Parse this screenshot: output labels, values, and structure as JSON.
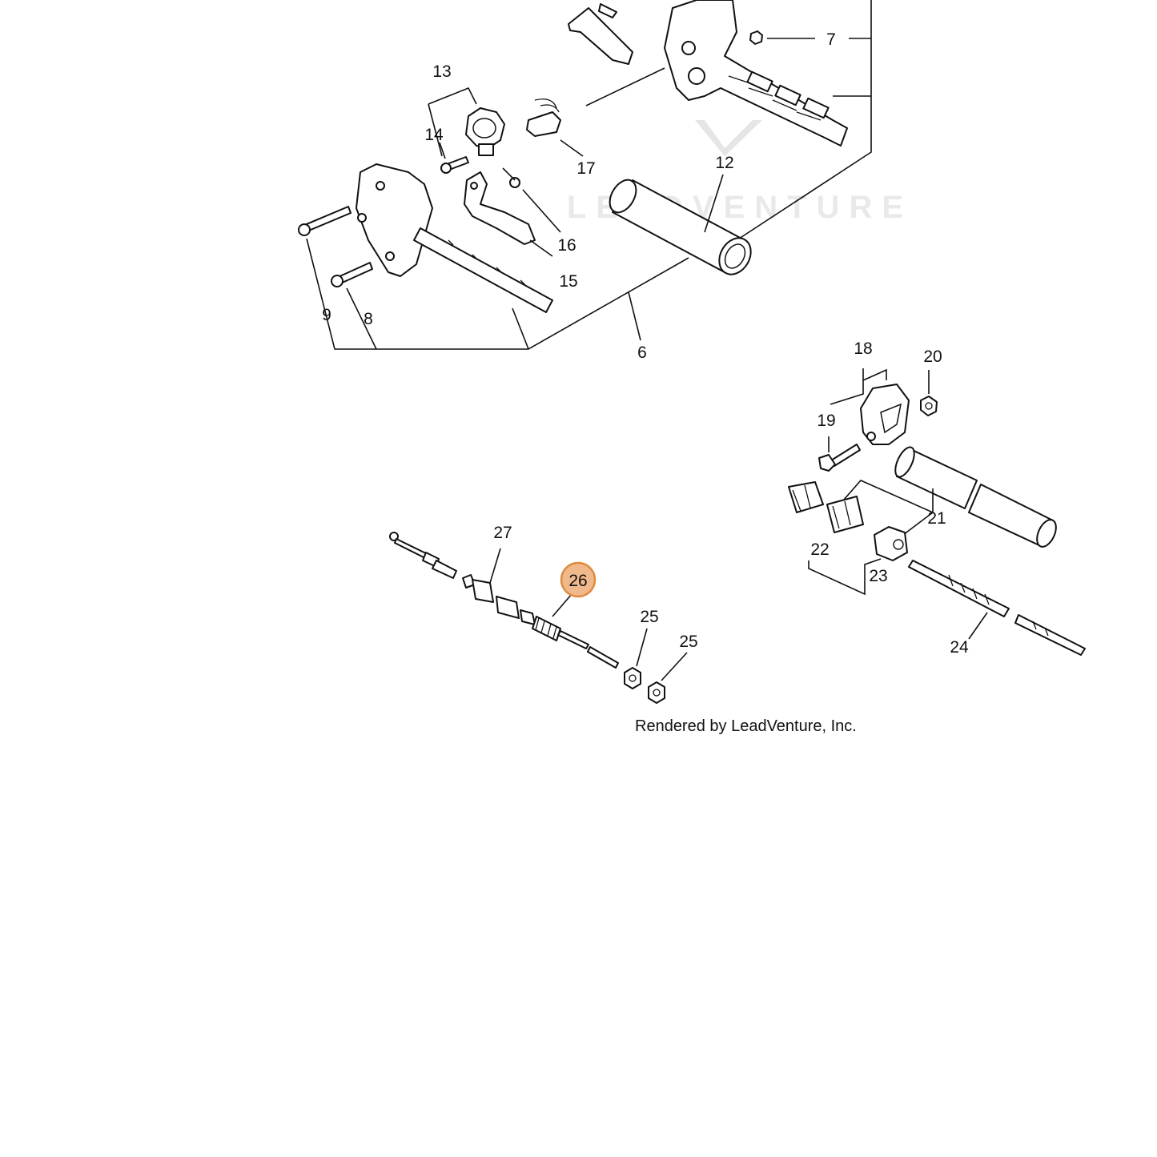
{
  "diagram": {
    "watermark_text": "LEADVENTURE",
    "watermark_icon": "leadventure-v-logo",
    "credit": "Rendered by LeadVenture, Inc.",
    "highlight_color": "#f0b98c",
    "highlight_border": "#e08a3c",
    "callouts": {
      "c6": "6",
      "c7": "7",
      "c8": "8",
      "c9": "9",
      "c12": "12",
      "c13": "13",
      "c14": "14",
      "c15": "15",
      "c16": "16",
      "c17": "17",
      "c18": "18",
      "c19": "19",
      "c20": "20",
      "c21": "21",
      "c22": "22",
      "c23": "23",
      "c24": "24",
      "c25a": "25",
      "c25b": "25",
      "c26": "26",
      "c27": "27"
    },
    "selected_callout": "26"
  }
}
